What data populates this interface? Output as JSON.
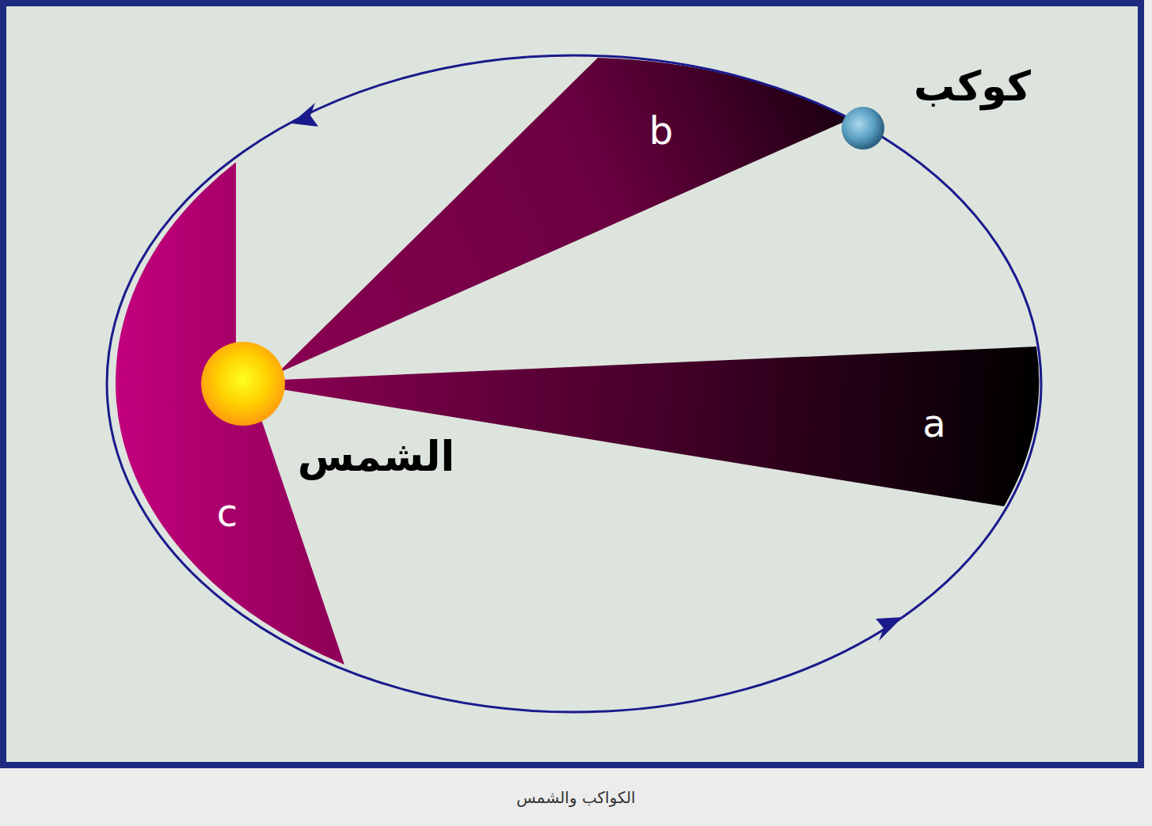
{
  "diagram": {
    "caption": "الكواكب والشمس",
    "labels": [
      "كوكب",
      "b",
      "a",
      "الشمس",
      "c"
    ]
  }
}
